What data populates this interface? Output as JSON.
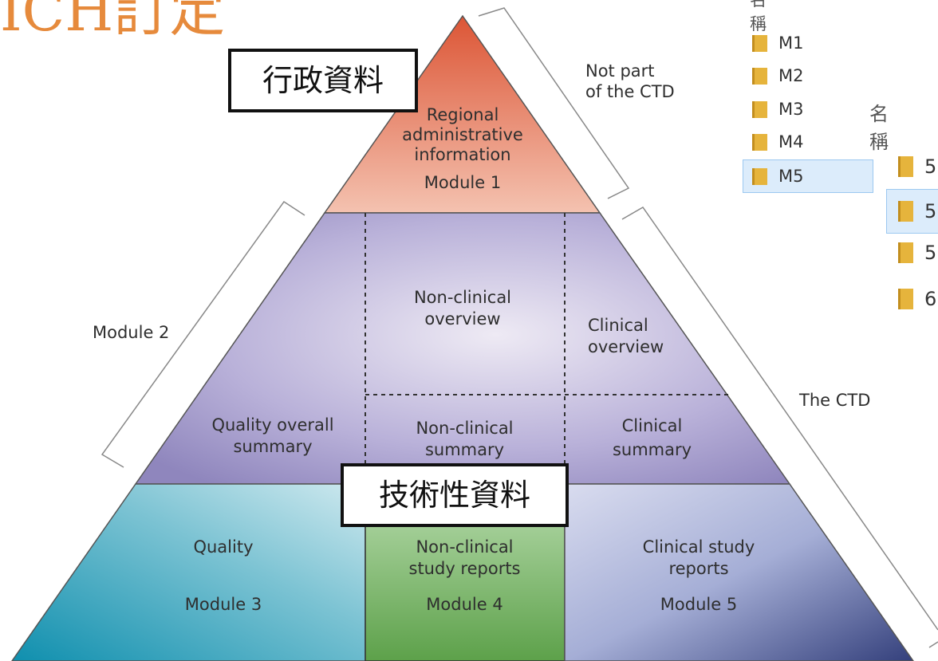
{
  "page_title": "ICH訂定",
  "labels": {
    "admin_zh": "行政資料",
    "tech_zh": "技術性資料",
    "not_part": [
      "Not part",
      "of the CTD"
    ],
    "module2": "Module 2",
    "the_ctd": "The CTD"
  },
  "pyramid": {
    "module1": {
      "lines": [
        "Regional",
        "administrative",
        "information"
      ],
      "module": "Module 1"
    },
    "nonclinical_overview": [
      "Non-clinical",
      "overview"
    ],
    "clinical_overview": [
      "Clinical",
      "overview"
    ],
    "quality_summary": [
      "Quality overall",
      "summary"
    ],
    "nonclinical_summary": [
      "Non-clinical",
      "summary"
    ],
    "clinical_summary": [
      "Clinical",
      "summary"
    ],
    "module3": {
      "label": "Quality",
      "module": "Module 3"
    },
    "module4": {
      "lines": [
        "Non-clinical",
        "study reports"
      ],
      "module": "Module 4"
    },
    "module5": {
      "lines": [
        "Clinical study",
        "reports"
      ],
      "module": "Module 5"
    }
  },
  "explorer1": {
    "header": "名稱",
    "items": [
      "M1",
      "M2",
      "M3",
      "M4",
      "M5"
    ],
    "selected": "M5"
  },
  "explorer2": {
    "header": "名稱",
    "items": [
      "5",
      "5",
      "5",
      "6"
    ]
  },
  "colors": {
    "title": "#e68a3c",
    "module1": "#e8735a",
    "module2": "#9d93c6",
    "module3": "#1f9bb3",
    "module4": "#7fba6a",
    "module5": "#4f5f9a",
    "folder": "#e6b43c",
    "selection": "#dcecfb"
  }
}
